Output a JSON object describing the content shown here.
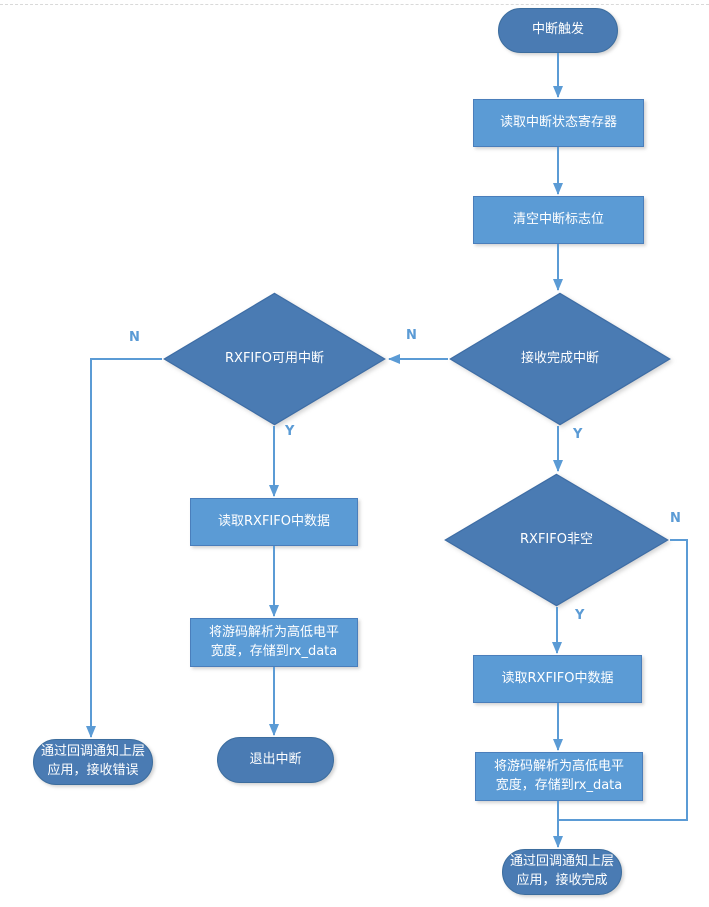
{
  "diagram_type": "flowchart",
  "nodes": {
    "start": {
      "label": "中断触发",
      "shape": "terminal"
    },
    "read_int_status": {
      "label": "读取中断状态寄存器",
      "shape": "process"
    },
    "clear_int_flag": {
      "label": "清空中断标志位",
      "shape": "process"
    },
    "rx_complete_int": {
      "label": "接收完成中断",
      "shape": "decision"
    },
    "rxfifo_avail_int": {
      "label": "RXFIFO可用中断",
      "shape": "decision"
    },
    "rxfifo_not_empty": {
      "label": "RXFIFO非空",
      "shape": "decision"
    },
    "read_rxfifo_left": {
      "label": "读取RXFIFO中数据",
      "shape": "process"
    },
    "parse_store_left": {
      "label": "将游码解析为高低电平宽度，存储到rx_data",
      "shape": "process"
    },
    "exit_interrupt": {
      "label": "退出中断",
      "shape": "terminal"
    },
    "notify_error": {
      "label": "通过回调通知上层应用，接收错误",
      "shape": "terminal"
    },
    "read_rxfifo_right": {
      "label": "读取RXFIFO中数据",
      "shape": "process"
    },
    "parse_store_right": {
      "label": "将游码解析为高低电平宽度，存储到rx_data",
      "shape": "process"
    },
    "notify_done": {
      "label": "通过回调通知上层应用，接收完成",
      "shape": "terminal"
    }
  },
  "branch_labels": {
    "yes": "Y",
    "no": "N"
  },
  "edges": [
    {
      "from": "start",
      "to": "read_int_status"
    },
    {
      "from": "read_int_status",
      "to": "clear_int_flag"
    },
    {
      "from": "clear_int_flag",
      "to": "rx_complete_int"
    },
    {
      "from": "rx_complete_int",
      "to": "rxfifo_avail_int",
      "label": "N"
    },
    {
      "from": "rx_complete_int",
      "to": "rxfifo_not_empty",
      "label": "Y"
    },
    {
      "from": "rxfifo_avail_int",
      "to": "notify_error",
      "label": "N"
    },
    {
      "from": "rxfifo_avail_int",
      "to": "read_rxfifo_left",
      "label": "Y"
    },
    {
      "from": "read_rxfifo_left",
      "to": "parse_store_left"
    },
    {
      "from": "parse_store_left",
      "to": "exit_interrupt"
    },
    {
      "from": "rxfifo_not_empty",
      "to": "notify_done",
      "label": "N"
    },
    {
      "from": "rxfifo_not_empty",
      "to": "read_rxfifo_right",
      "label": "Y"
    },
    {
      "from": "read_rxfifo_right",
      "to": "parse_store_right"
    },
    {
      "from": "parse_store_right",
      "to": "notify_done"
    }
  ],
  "colors": {
    "process_fill": "#5B9BD5",
    "decision_fill": "#4A7BB3",
    "terminal_fill": "#4A7BB3",
    "connector": "#5B9BD5",
    "node_text": "#FFFFFF",
    "branch_label_text": "#5B9BD5",
    "page_guide_line": "#D9D9D9"
  }
}
